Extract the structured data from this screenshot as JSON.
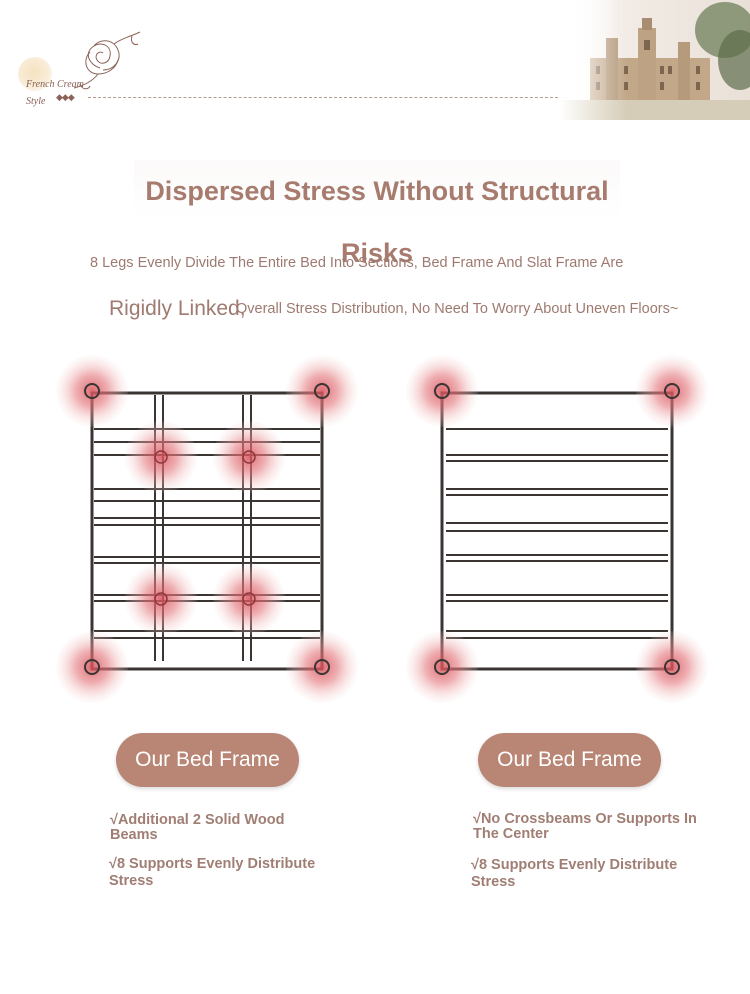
{
  "header": {
    "logo_line1": "French Cream",
    "logo_line2": "Style",
    "logo_diamonds": "◆◆◆"
  },
  "title": "Dispersed Stress Without Structural Risks",
  "description": {
    "line1": "8 Legs Evenly Divide The Entire Bed Into Sections, Bed Frame And Slat Frame Are",
    "line2_lead": "Rigidly Linked,",
    "line2_rest": "Overall Stress Distribution, No Need To Worry About Uneven Floors~"
  },
  "left": {
    "button_label": "Our Bed Frame",
    "features": [
      "√Additional 2 Solid Wood Beams",
      "√8 Supports Evenly Distribute Stress"
    ]
  },
  "right": {
    "button_label": "Our Bed Frame",
    "features": [
      "√No Crossbeams Or Supports In The Center",
      "√8 Supports Evenly Distribute Stress"
    ]
  },
  "colors": {
    "accent": "#b98675",
    "text": "#a37d72",
    "frame": "#3a3433",
    "stress": "#d9505a"
  }
}
